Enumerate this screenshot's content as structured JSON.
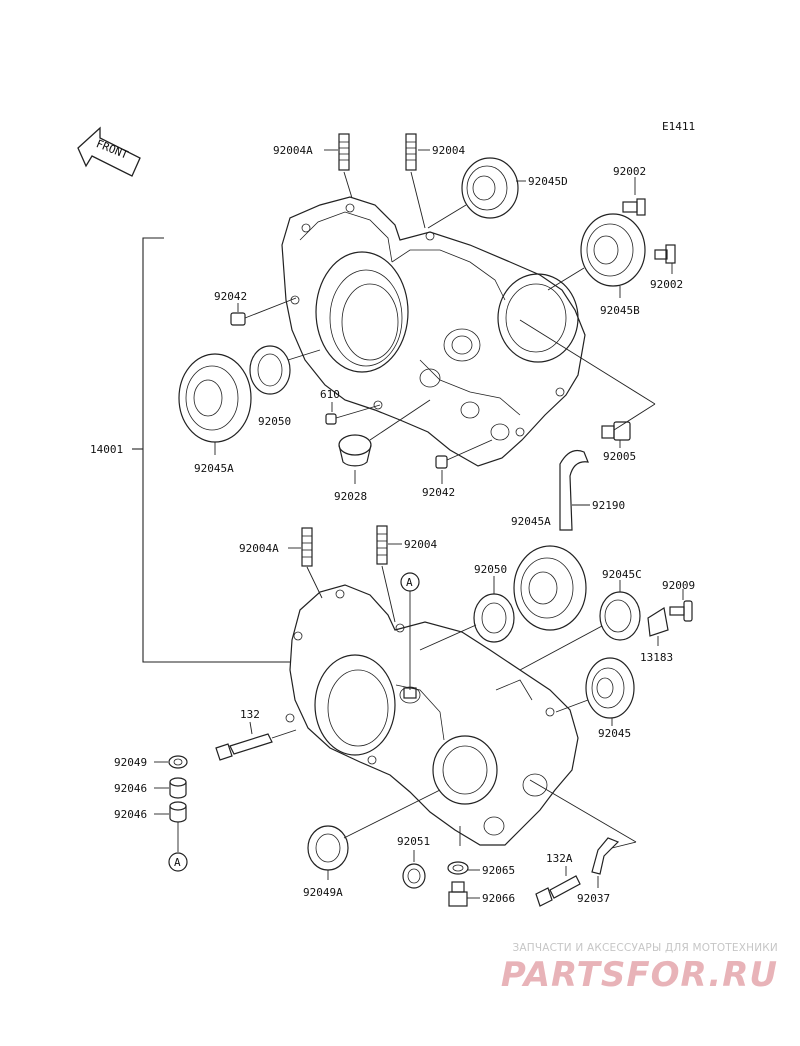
{
  "diagram_code": "E1411",
  "front_label": "FRONT",
  "labels": {
    "p92004A_top": "92004A",
    "p92004_top": "92004",
    "p92045D": "92045D",
    "p92002_a": "92002",
    "p92002_b": "92002",
    "p92042_top": "92042",
    "p92045B": "92045B",
    "p610": "610",
    "p92050_top": "92050",
    "p92045A": "92045A",
    "p92028": "92028",
    "p92042_mid": "92042",
    "p92005": "92005",
    "p92190": "92190",
    "p92045A_mid": "92045A",
    "p14001": "14001",
    "p92004A_low": "92004A",
    "p92004_low": "92004",
    "p92050_low": "92050",
    "p92045C": "92045C",
    "p92009": "92009",
    "p13183": "13183",
    "p132": "132",
    "p92045": "92045",
    "p92049": "92049",
    "p92046_a": "92046",
    "p92046_b": "92046",
    "p92051": "92051",
    "p92065": "92065",
    "p132A": "132A",
    "p92049A": "92049A",
    "p92066": "92066",
    "p92037": "92037",
    "ref_A1": "A",
    "ref_A2": "A"
  },
  "watermark": {
    "caption": "ЗАПЧАСТИ И АКСЕССУАРЫ ДЛЯ МОТОТЕХНИКИ",
    "logo": "PARTSFOR.RU"
  }
}
